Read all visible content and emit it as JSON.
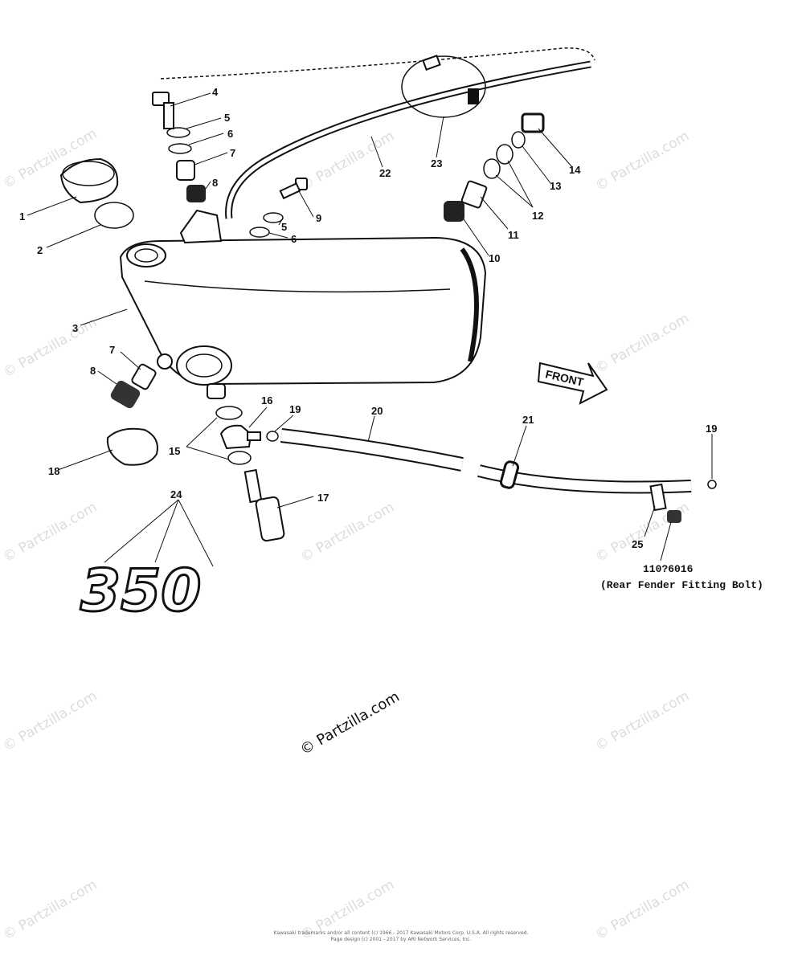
{
  "callouts": [
    {
      "id": "c1",
      "text": "1"
    },
    {
      "id": "c2",
      "text": "2"
    },
    {
      "id": "c3",
      "text": "3"
    },
    {
      "id": "c4",
      "text": "4"
    },
    {
      "id": "c5a",
      "text": "5"
    },
    {
      "id": "c6a",
      "text": "6"
    },
    {
      "id": "c7a",
      "text": "7"
    },
    {
      "id": "c8a",
      "text": "8"
    },
    {
      "id": "c9",
      "text": "9"
    },
    {
      "id": "c5b",
      "text": "5"
    },
    {
      "id": "c6b",
      "text": "6"
    },
    {
      "id": "c7b",
      "text": "7"
    },
    {
      "id": "c8b",
      "text": "8"
    },
    {
      "id": "c10",
      "text": "10"
    },
    {
      "id": "c11",
      "text": "11"
    },
    {
      "id": "c12",
      "text": "12"
    },
    {
      "id": "c13",
      "text": "13"
    },
    {
      "id": "c14",
      "text": "14"
    },
    {
      "id": "c15",
      "text": "15"
    },
    {
      "id": "c16",
      "text": "16"
    },
    {
      "id": "c17",
      "text": "17"
    },
    {
      "id": "c18",
      "text": "18"
    },
    {
      "id": "c19a",
      "text": "19"
    },
    {
      "id": "c19b",
      "text": "19"
    },
    {
      "id": "c20",
      "text": "20"
    },
    {
      "id": "c21",
      "text": "21"
    },
    {
      "id": "c22",
      "text": "22"
    },
    {
      "id": "c23",
      "text": "23"
    },
    {
      "id": "c24",
      "text": "24"
    },
    {
      "id": "c25",
      "text": "25"
    }
  ],
  "front_label": "FRONT",
  "emblem_text": "350",
  "bolt_part_number": "110?6016",
  "bolt_note": "(Rear Fender Fitting Bolt)",
  "watermark": "© Partzilla.com",
  "footer_line1": "Kawasaki trademarks and/or all content (c) 1966 - 2017 Kawasaki Motors Corp. U.S.A. All rights reserved.",
  "footer_line2": "Page design (c) 2001 - 2017 by ARI Network Services, Inc."
}
